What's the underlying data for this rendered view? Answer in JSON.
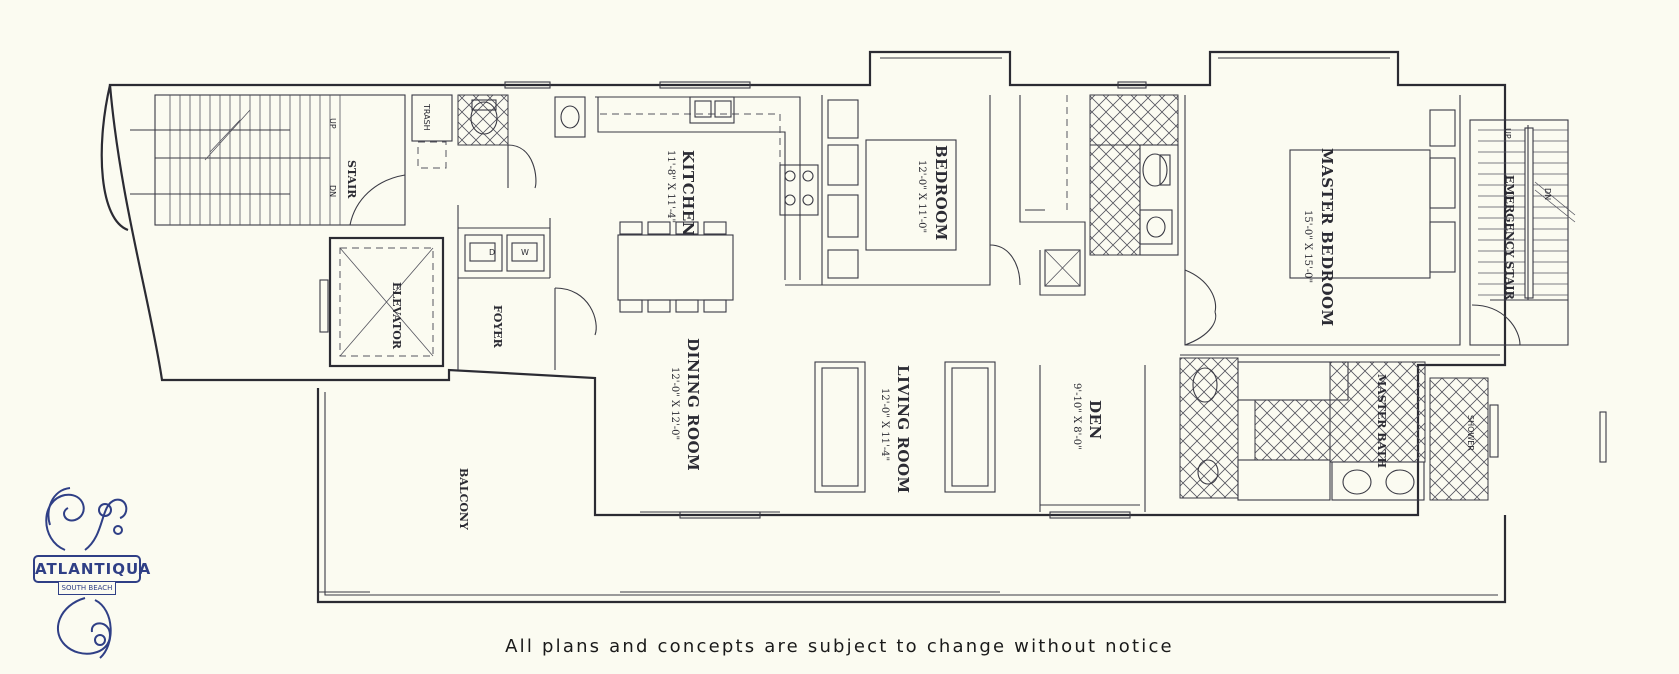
{
  "rooms": {
    "kitchen": {
      "name": "KITCHEN",
      "dims": "11'-8\" X 11'-4\""
    },
    "bedroom": {
      "name": "BEDROOM",
      "dims": "12'-0\" X 11'-0\""
    },
    "master_bedroom": {
      "name": "MASTER  BEDROOM",
      "dims": "15'-0\" X 15'-0\""
    },
    "dining_room": {
      "name": "DINING ROOM",
      "dims": "12'-0\" X 12'-0\""
    },
    "living_room": {
      "name": "LIVING ROOM",
      "dims": "12'-0\" X 11'-4\""
    },
    "den": {
      "name": "DEN",
      "dims": "9'-10\" X 8'-0\""
    }
  },
  "labels": {
    "stair": "STAIR",
    "elevator": "ELEVATOR",
    "foyer": "FOYER",
    "balcony": "BALCONY",
    "emergency_stair": "EMERGENCY  STAIR",
    "master_bath": "MASTER  BATH",
    "shower": "SHOWER",
    "trash": "TRASH",
    "stair_up": "UP",
    "stair_dn": "DN",
    "estair_up": "UP",
    "estair_dn": "DN",
    "washer": "W",
    "dryer": "D"
  },
  "logo": {
    "title": "ATLANTIQUA",
    "subtitle": "SOUTH BEACH"
  },
  "notice": "All plans and concepts are subject to change without notice",
  "colors": {
    "background": "#fbfbf1",
    "lines": "#2b2b33",
    "logo_blue": "#2f3f86"
  }
}
